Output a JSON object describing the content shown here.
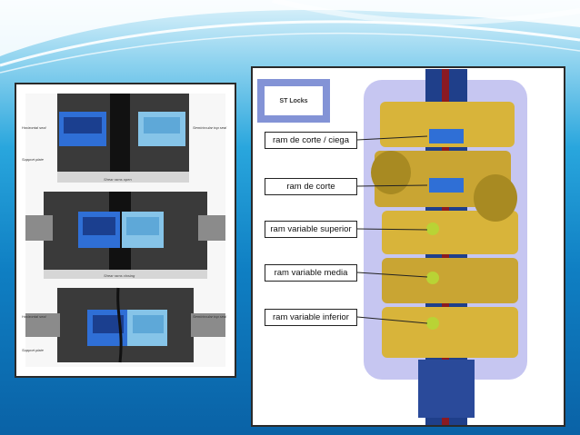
{
  "left_figure": {
    "labels": [
      {
        "id": "horizontal-seal-top",
        "text": "Horizontal seal"
      },
      {
        "id": "support-plate-top",
        "text": "Support plate"
      },
      {
        "id": "semicircular-top-seal-1",
        "text": "Semicircular top seal"
      },
      {
        "id": "horizontal-seal-bottom",
        "text": "Horizontal seal"
      },
      {
        "id": "semicircular-top-seal-2",
        "text": "Semicircular top seal"
      },
      {
        "id": "support-plate-bottom",
        "text": "Support plate"
      }
    ],
    "captions": [
      "Shear rams open",
      "Shear rams closing"
    ]
  },
  "right_figure": {
    "badge": "ST Locks",
    "rams": [
      "ram de corte / ciega",
      "ram de corte",
      "ram variable superior",
      "ram variable media",
      "ram variable inferior"
    ]
  },
  "colors": {
    "ram_blue": "#2f6fd6",
    "body_yellow": "#d8b43a",
    "center_pipe": "#8a1a22",
    "glow": "#5b5bd8"
  }
}
